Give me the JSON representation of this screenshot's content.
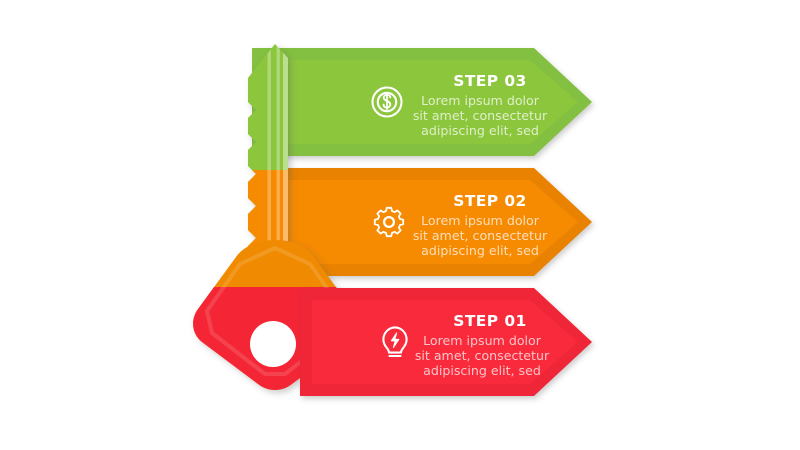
{
  "graphic": {
    "name": "key-3-step-infographic",
    "background_color": "#ffffff",
    "shape_label": "key"
  },
  "key": {
    "name": "key-shape",
    "hole_label": "key-hole",
    "shaft_upper_color": "#8cc63e",
    "shaft_lower_color": "#f68a00",
    "head_upper_color": "#f08a00",
    "head_lower_color": "#f42736",
    "hole_color": "#ffffff"
  },
  "steps": [
    {
      "id": "step-03",
      "title": "STEP 03",
      "body_line_1": "Lorem ipsum dolor",
      "body_line_2": "sit amet, consectetur",
      "body_line_3": "adipiscing elit, sed",
      "icon": "dollar-circle-icon",
      "color_outer": "#83bf3f",
      "color_inner": "#8cc63e"
    },
    {
      "id": "step-02",
      "title": "STEP 02",
      "body_line_1": "Lorem ipsum dolor",
      "body_line_2": "sit amet, consectetur",
      "body_line_3": "adipiscing elit, sed",
      "icon": "gear-icon",
      "color_outer": "#e88200",
      "color_inner": "#f68a00"
    },
    {
      "id": "step-01",
      "title": "STEP 01",
      "body_line_1": "Lorem ipsum dolor",
      "body_line_2": "sit amet, consectetur",
      "body_line_3": "adipiscing elit, sed",
      "icon": "lightbulb-bolt-icon",
      "color_outer": "#ee2737",
      "color_inner": "#f82b3a"
    }
  ]
}
